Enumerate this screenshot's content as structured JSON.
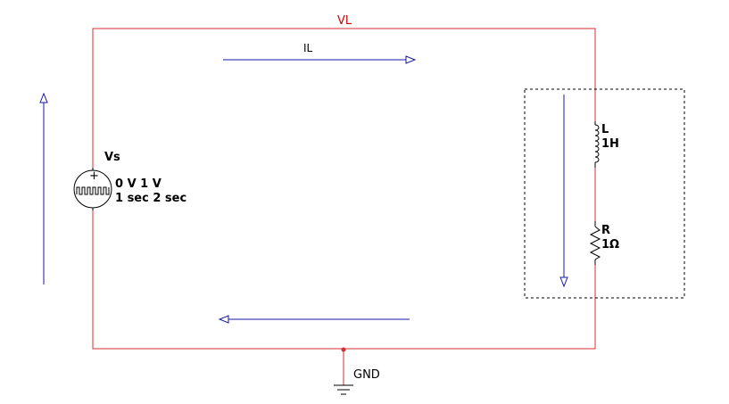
{
  "colors": {
    "wire": "#d32f2f",
    "arrow": "#1a1aa8",
    "component": "#000000",
    "net_label": "#cc0000",
    "dashed_box": "#000000"
  },
  "labels": {
    "net_top": "VL",
    "current": "IL",
    "ground": "GND"
  },
  "source": {
    "name": "Vs",
    "values": "0 V 1 V",
    "timing": "1 sec 2 sec",
    "plus": "+",
    "icon": "pulse-waveform-icon"
  },
  "inductor": {
    "name": "L",
    "value": "1H"
  },
  "resistor": {
    "name": "R",
    "value": "1Ω"
  }
}
